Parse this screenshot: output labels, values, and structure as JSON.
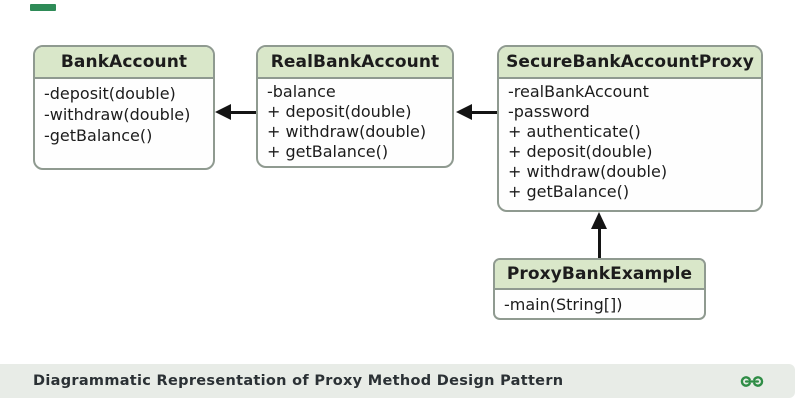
{
  "brand": {
    "dash_color": "#2e8b57"
  },
  "diagram": {
    "type": "uml-class-diagram",
    "colors": {
      "header_fill": "#d9e7c9",
      "border": "#8f9a90",
      "text": "#1c1c1c",
      "arrow": "#141414"
    },
    "classes": [
      {
        "title": "BankAccount",
        "members": [
          "-deposit(double)",
          "-withdraw(double)",
          "-getBalance()"
        ]
      },
      {
        "title": "RealBankAccount",
        "members": [
          "-balance",
          "+ deposit(double)",
          "+ withdraw(double)",
          "+ getBalance()"
        ]
      },
      {
        "title": "SecureBankAccountProxy",
        "members": [
          "-realBankAccount",
          "-password",
          "+ authenticate()",
          "+ deposit(double)",
          "+ withdraw(double)",
          "+ getBalance()"
        ]
      },
      {
        "title": "ProxyBankExample",
        "members": [
          "-main(String[])"
        ]
      }
    ],
    "relations": [
      {
        "from": "RealBankAccount",
        "to": "BankAccount",
        "style": "solid-arrow-left"
      },
      {
        "from": "SecureBankAccountProxy",
        "to": "RealBankAccount",
        "style": "solid-arrow-left"
      },
      {
        "from": "ProxyBankExample",
        "to": "SecureBankAccountProxy",
        "style": "solid-arrow-up"
      }
    ]
  },
  "footer": {
    "caption": "Diagrammatic Representation of Proxy Method Design Pattern",
    "background": "#e8ece7",
    "text_color": "#2b3135",
    "logo_name": "geeksforgeeks-logo",
    "logo_color": "#2f8d46"
  }
}
